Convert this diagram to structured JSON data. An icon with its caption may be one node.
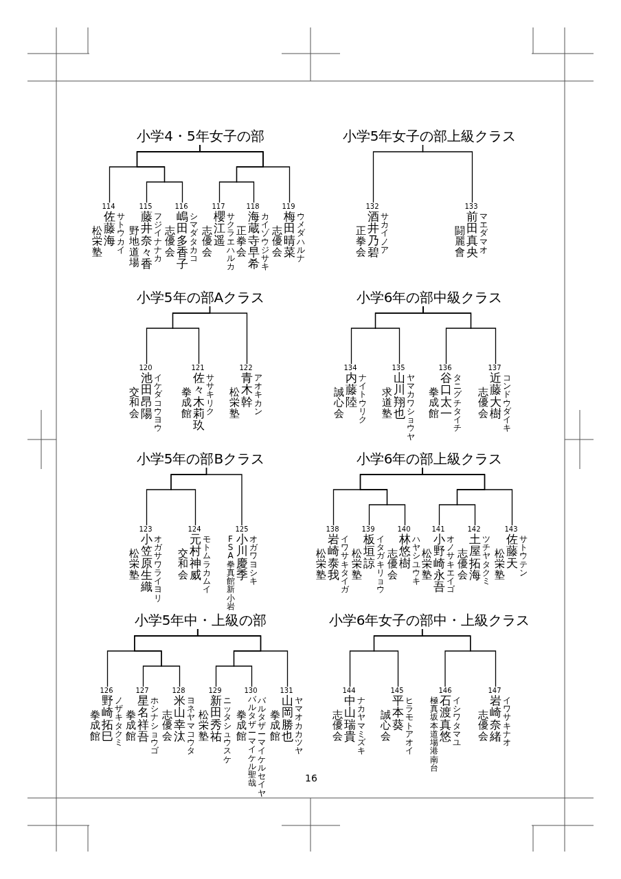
{
  "diagram": {
    "nodes": [
      {
        "text": [
          "小学4・5年女子の部"
        ]
      },
      {
        "text": [
          "114",
          "松栄塾",
          "佐藤海",
          "サトウカイ"
        ]
      },
      {
        "text": [
          "115",
          "野地道場",
          "藤井奈々香",
          "フジイナナカ"
        ]
      },
      {
        "text": [
          "116",
          "志優会",
          "嶋田多香子",
          "シマダタカコ"
        ]
      },
      {
        "text": [
          "117",
          "志優会",
          "櫻江遥",
          "サクラエハルカ"
        ]
      },
      {
        "text": [
          "118",
          "正拳会",
          "海蔵寺早希",
          "カイゾウジサキ"
        ]
      },
      {
        "text": [
          "119",
          "志優会",
          "梅田晴菜",
          "ウメダハルナ"
        ]
      },
      {
        "text": [
          "小学5年女子の部上級クラス"
        ]
      },
      {
        "text": [
          "132",
          "正拳会",
          "酒井乃碧",
          "サカイノア"
        ]
      },
      {
        "text": [
          "133",
          "闘麗會",
          "前田真央",
          "マエダマオ"
        ]
      },
      {
        "text": [
          "小学5年の部Aクラス"
        ]
      },
      {
        "text": [
          "120",
          "交和会",
          "池田昂陽",
          "イケダコウヨウ"
        ]
      },
      {
        "text": [
          "121",
          "拳成館",
          "佐々木莉玖",
          "ササキリク"
        ]
      },
      {
        "text": [
          "122",
          "松栄塾",
          "青木幹",
          "アオキカン"
        ]
      },
      {
        "text": [
          "小学6年の部中級クラス"
        ]
      },
      {
        "text": [
          "134",
          "誠心会",
          "内藤陸",
          "ナイトウリク"
        ]
      },
      {
        "text": [
          "135",
          "求道塾",
          "山川翔也",
          "ヤマカワショウヤ"
        ]
      },
      {
        "text": [
          "136",
          "拳成館",
          "谷口太一",
          "タニグチタイチ"
        ]
      },
      {
        "text": [
          "137",
          "志優会",
          "近藤大樹",
          "コンドウダイキ"
        ]
      },
      {
        "text": [
          "小学5年の部Bクラス"
        ]
      },
      {
        "text": [
          "123",
          "松栄塾",
          "小笠原生織",
          "オガサワライヨリ"
        ]
      },
      {
        "text": [
          "124",
          "交和会",
          "元村神威",
          "モトムラカムイ"
        ]
      },
      {
        "text": [
          "125",
          "FSA拳真館新小岩",
          "小川慶季",
          "オガワヨシキ"
        ]
      },
      {
        "text": [
          "小学6年の部上級クラス"
        ]
      },
      {
        "text": [
          "138",
          "松栄塾",
          "岩崎泰我",
          "イワサキタイガ"
        ]
      },
      {
        "text": [
          "139",
          "松栄塾",
          "板垣諒",
          "イタガキリョウ"
        ]
      },
      {
        "text": [
          "140",
          "志優会",
          "林悠樹",
          "ハヤシユウキ"
        ]
      },
      {
        "text": [
          "141",
          "松栄塾",
          "小野崎永吾",
          "オノサキエイゴ"
        ]
      },
      {
        "text": [
          "142",
          "志優会",
          "土屋拓海",
          "ツチヤタクミ"
        ]
      },
      {
        "text": [
          "143",
          "松栄塾",
          "佐藤天",
          "サトウテン"
        ]
      },
      {
        "text": [
          "小学5年中・上級の部"
        ]
      },
      {
        "text": [
          "126",
          "拳成館",
          "野崎拓巳",
          "ノザキタクミ"
        ]
      },
      {
        "text": [
          "127",
          "拳成館",
          "星名祥吾",
          "ホシナショウゴ"
        ]
      },
      {
        "text": [
          "128",
          "志優会",
          "米山幸汰",
          "ヨネヤマコウタ"
        ]
      },
      {
        "text": [
          "129",
          "松栄塾",
          "新田秀祐",
          "ニッタシュウスケ"
        ]
      },
      {
        "text": [
          "130",
          "拳成館",
          "バルタザーマイケル聖哉",
          "バルタザーマイケルセイヤ"
        ]
      },
      {
        "text": [
          "131",
          "拳成館",
          "山岡勝也",
          "ヤマオカカツヤ"
        ]
      },
      {
        "text": [
          "小学6年女子の部中・上級クラス"
        ]
      },
      {
        "text": [
          "144",
          "志優会",
          "中山瑞貴",
          "ナカヤマミズキ"
        ]
      },
      {
        "text": [
          "145",
          "誠心会",
          "平本葵",
          "ヒラモトアオイ"
        ]
      },
      {
        "text": [
          "146",
          "極真坂本道場港南台",
          "石渡真悠",
          "イシワタマユ"
        ]
      },
      {
        "text": [
          "147",
          "志優会",
          "岩崎奈緒",
          "イワサキナオ"
        ]
      }
    ],
    "edges": [
      {
        "from": 0,
        "to": 1,
        "arrow": "none"
      },
      {
        "from": 0,
        "to": 2,
        "arrow": "none"
      },
      {
        "from": 0,
        "to": 3,
        "arrow": "none"
      },
      {
        "from": 0,
        "to": 4,
        "arrow": "none"
      },
      {
        "from": 0,
        "to": 5,
        "arrow": "none"
      },
      {
        "from": 0,
        "to": 6,
        "arrow": "none"
      },
      {
        "from": 7,
        "to": 8,
        "arrow": "none"
      },
      {
        "from": 7,
        "to": 9,
        "arrow": "none"
      },
      {
        "from": 10,
        "to": 11,
        "arrow": "none"
      },
      {
        "from": 10,
        "to": 12,
        "arrow": "none"
      },
      {
        "from": 10,
        "to": 13,
        "arrow": "none"
      },
      {
        "from": 14,
        "to": 15,
        "arrow": "none"
      },
      {
        "from": 14,
        "to": 16,
        "arrow": "none"
      },
      {
        "from": 14,
        "to": 17,
        "arrow": "none"
      },
      {
        "from": 14,
        "to": 18,
        "arrow": "none"
      },
      {
        "from": 19,
        "to": 20,
        "arrow": "none"
      },
      {
        "from": 19,
        "to": 21,
        "arrow": "none"
      },
      {
        "from": 19,
        "to": 22,
        "arrow": "none"
      },
      {
        "from": 23,
        "to": 24,
        "arrow": "none"
      },
      {
        "from": 23,
        "to": 25,
        "arrow": "none"
      },
      {
        "from": 23,
        "to": 26,
        "arrow": "none"
      },
      {
        "from": 23,
        "to": 27,
        "arrow": "none"
      },
      {
        "from": 23,
        "to": 28,
        "arrow": "none"
      },
      {
        "from": 23,
        "to": 29,
        "arrow": "none"
      },
      {
        "from": 30,
        "to": 31,
        "arrow": "none"
      },
      {
        "from": 30,
        "to": 32,
        "arrow": "none"
      },
      {
        "from": 30,
        "to": 33,
        "arrow": "none"
      },
      {
        "from": 30,
        "to": 34,
        "arrow": "none"
      },
      {
        "from": 30,
        "to": 35,
        "arrow": "none"
      },
      {
        "from": 30,
        "to": 36,
        "arrow": "none"
      },
      {
        "from": 37,
        "to": 38,
        "arrow": "none"
      },
      {
        "from": 37,
        "to": 39,
        "arrow": "none"
      },
      {
        "from": 37,
        "to": 40,
        "arrow": "none"
      },
      {
        "from": 37,
        "to": 41,
        "arrow": "none"
      }
    ],
    "labels": [
      "16"
    ]
  }
}
